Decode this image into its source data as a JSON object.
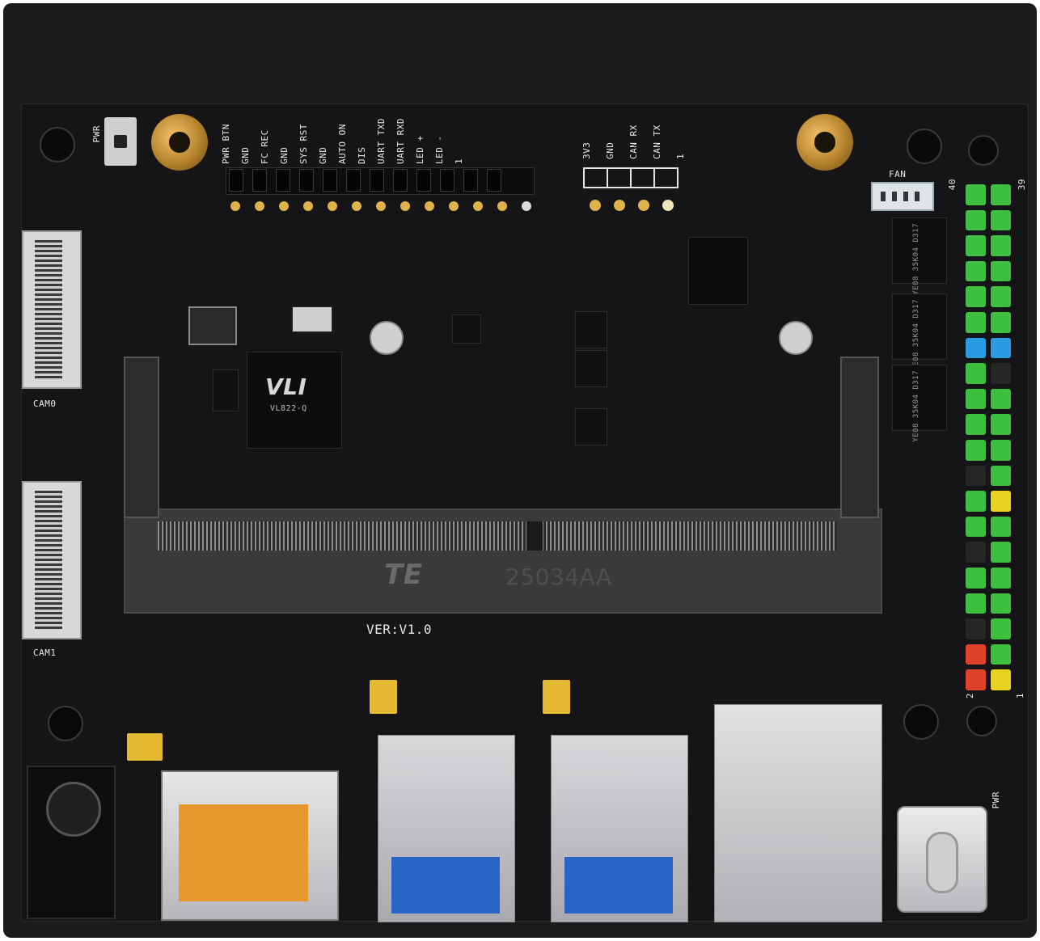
{
  "board": {
    "labels": {
      "pwr_button": "PWR",
      "cam0": "CAM0",
      "cam1": "CAM1",
      "fan": "FAN",
      "version": "VER:V1.0",
      "pwr_led": "PWR",
      "te_logo": "TE",
      "socket_part": "25034AA",
      "chip_brand": "VLI",
      "chip_model": "VL822-Q"
    },
    "top_header_pins": [
      "PWR BTN",
      "GND",
      "FC REC",
      "GND",
      "SYS RST",
      "GND",
      "AUTO ON",
      "DIS",
      "UART TXD",
      "UART RXD",
      "LED +",
      "LED -"
    ],
    "top_header_pin1": "1",
    "can_header_pins": [
      "3V3",
      "GND",
      "CAN RX",
      "CAN TX"
    ],
    "can_header_pin1": "1",
    "gpio_numbers": {
      "top_left": "40",
      "top_right": "39",
      "bottom_left": "2",
      "bottom_right": "1"
    },
    "ic_markings": [
      "YE08 35K04 D317",
      "YE08 35K04 D317",
      "YE08 35K04 D317"
    ]
  },
  "colors": {
    "case": "#1b1b1d",
    "pcb": "#151517",
    "gold": "#e0b24a",
    "gpio_green": "#3fbf3f",
    "gpio_blue": "#2a9be0",
    "gpio_yellow": "#e6d21f",
    "gpio_red": "#e0412a",
    "gpio_black": "#262626",
    "usb_blue": "#2a64c6",
    "sd_orange": "#e69a2e"
  },
  "gpio_colors": [
    "green",
    "green",
    "green",
    "green",
    "green",
    "green",
    "green",
    "green",
    "green",
    "green",
    "green",
    "green",
    "blue",
    "blue",
    "green",
    "black",
    "green",
    "green",
    "green",
    "green",
    "green",
    "green",
    "black",
    "green",
    "green",
    "yellow",
    "green",
    "green",
    "black",
    "green",
    "green",
    "green",
    "green",
    "green",
    "black",
    "green",
    "red",
    "green",
    "red",
    "yellow"
  ]
}
